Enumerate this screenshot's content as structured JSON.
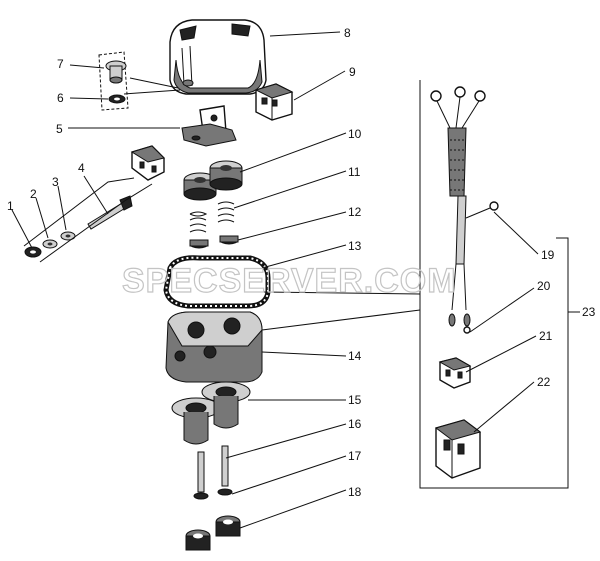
{
  "watermark": "SPECSERVER.COM",
  "labels": {
    "l1": "1",
    "l2": "2",
    "l3": "3",
    "l4": "4",
    "l5": "5",
    "l6": "6",
    "l7": "7",
    "l8": "8",
    "l9": "9",
    "l10": "10",
    "l11": "11",
    "l12": "12",
    "l13": "13",
    "l14": "14",
    "l15": "15",
    "l16": "16",
    "l17": "17",
    "l18": "18",
    "l19": "19",
    "l20": "20",
    "l21": "21",
    "l22": "22",
    "l23": "23"
  }
}
